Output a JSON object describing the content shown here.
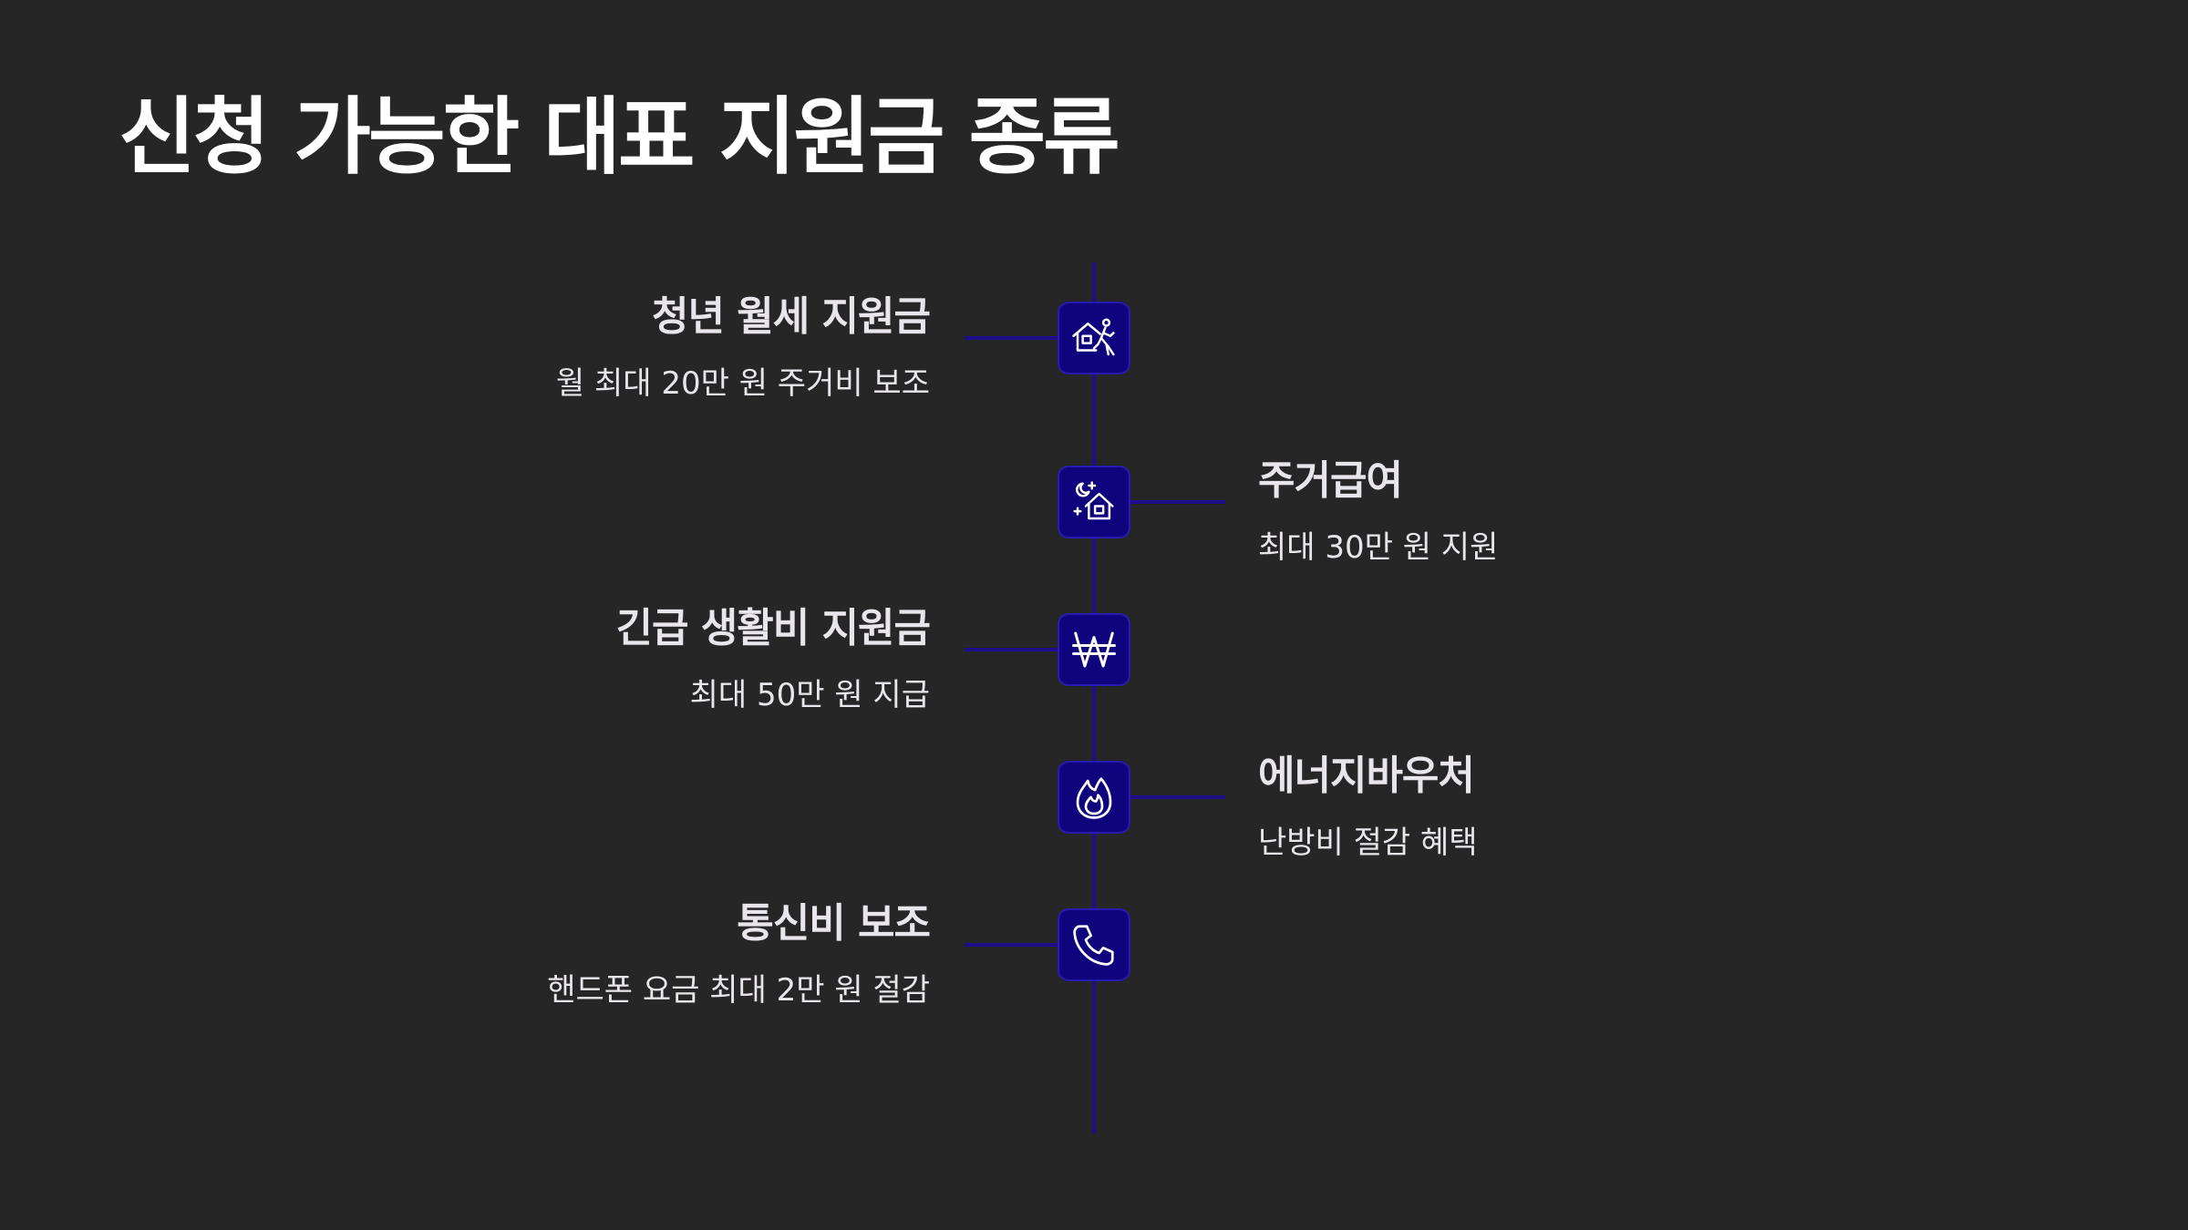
{
  "title": "신청 가능한 대표 지원금 종류",
  "items": [
    {
      "title": "청년 월세 지원금",
      "desc": "월 최대 20만 원 주거비 보조",
      "icon": "house-person-icon",
      "side": "left"
    },
    {
      "title": "주거급여",
      "desc": "최대 30만 원 지원",
      "icon": "house-night-icon",
      "side": "right"
    },
    {
      "title": "긴급 생활비 지원금",
      "desc": "최대 50만 원 지급",
      "icon": "won-icon",
      "side": "left"
    },
    {
      "title": "에너지바우처",
      "desc": "난방비 절감 혜택",
      "icon": "flame-icon",
      "side": "right"
    },
    {
      "title": "통신비 보조",
      "desc": "핸드폰 요금 최대 2만 원 절감",
      "icon": "phone-icon",
      "side": "left"
    }
  ],
  "colors": {
    "background": "#272627",
    "accent": "#1f0f8a",
    "node_fill": "#10047e",
    "text": "#e8e6ea"
  }
}
